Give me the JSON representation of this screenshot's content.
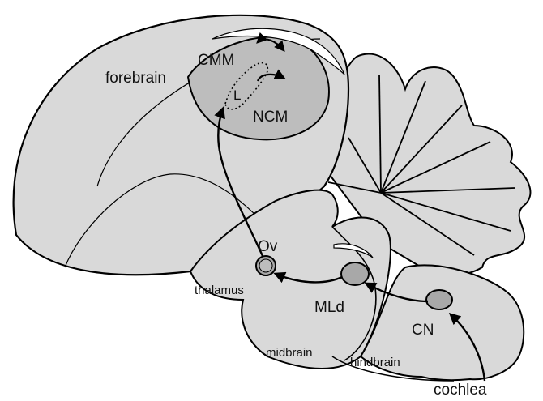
{
  "labels": {
    "forebrain": "forebrain",
    "cmm": "CMM",
    "ncm": "NCM",
    "l": "L",
    "ov": "Ov",
    "thalamus": "thalamus",
    "mld": "MLd",
    "midbrain": "midbrain",
    "cn": "CN",
    "hindbrain": "hindbrain",
    "cochlea": "cochlea"
  },
  "colors": {
    "tissue_fill": "#d9d9d9",
    "auditory_region_fill": "#bdbdbd",
    "nucleus_fill": "#a8a8a8",
    "outline": "#000000",
    "background": "#ffffff"
  }
}
